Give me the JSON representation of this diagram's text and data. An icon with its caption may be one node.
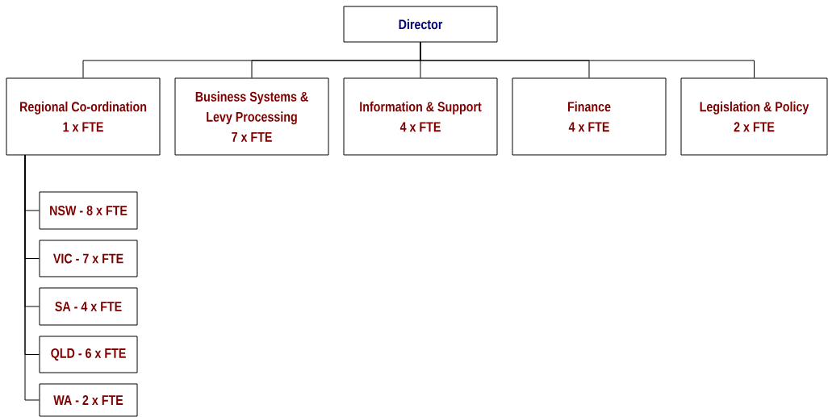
{
  "diagram": {
    "nodes": [
      {
        "text": [
          "Director"
        ]
      },
      {
        "text": [
          "Regional Co-ordination",
          "1 x FTE"
        ]
      },
      {
        "text": [
          "Business Systems & Levy Processing",
          "7 x FTE"
        ]
      },
      {
        "text": [
          "Information & Support",
          "4 x FTE"
        ]
      },
      {
        "text": [
          "Finance",
          "4 x FTE"
        ]
      },
      {
        "text": [
          "Legislation & Policy",
          "2 x FTE"
        ]
      },
      {
        "text": [
          "NSW - 8 x FTE"
        ]
      },
      {
        "text": [
          "VIC - 7 x FTE"
        ]
      },
      {
        "text": [
          "SA - 4 x FTE"
        ]
      },
      {
        "text": [
          "QLD - 6 x FTE"
        ]
      },
      {
        "text": [
          "WA - 2 x FTE"
        ]
      }
    ],
    "edges": [
      {
        "from": 0,
        "to": 1,
        "arrow": "none"
      },
      {
        "from": 0,
        "to": 2,
        "arrow": "none"
      },
      {
        "from": 0,
        "to": 3,
        "arrow": "none"
      },
      {
        "from": 0,
        "to": 4,
        "arrow": "none"
      },
      {
        "from": 0,
        "to": 5,
        "arrow": "none"
      },
      {
        "from": 1,
        "to": 6,
        "arrow": "none"
      },
      {
        "from": 1,
        "to": 7,
        "arrow": "none"
      },
      {
        "from": 1,
        "to": 8,
        "arrow": "none"
      },
      {
        "from": 1,
        "to": 9,
        "arrow": "none"
      },
      {
        "from": 1,
        "to": 10,
        "arrow": "none"
      }
    ]
  }
}
